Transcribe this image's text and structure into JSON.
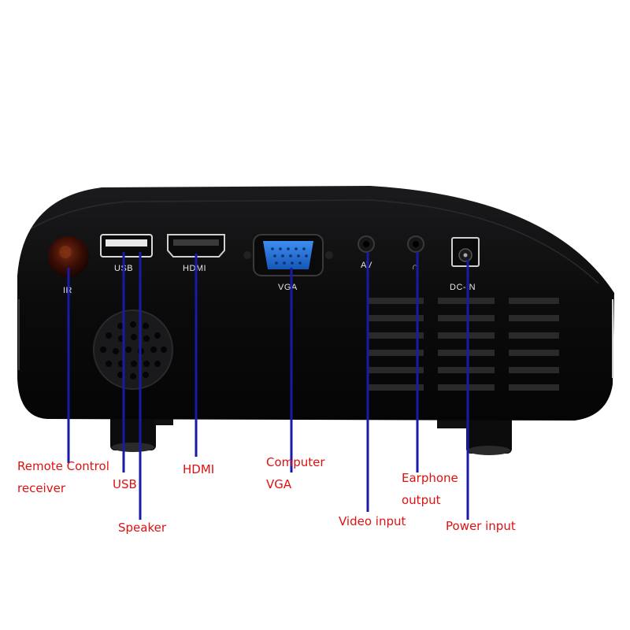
{
  "colors": {
    "body": "#0e0e0f",
    "panel": "#141416",
    "label_text": "#e01010",
    "leader_line": "#1a1aa8",
    "vga_port": "#1e6fd9"
  },
  "port_labels": {
    "ir": "IR",
    "usb": "USB",
    "hdmi": "HDMI",
    "vga": "VGA",
    "av": "AV",
    "earphone_symbol": "∩",
    "dc_in": "DC-IN"
  },
  "callouts": {
    "remote_control_receiver": {
      "line1": "Remote Control",
      "line2": "receiver"
    },
    "usb": {
      "line1": "USB"
    },
    "speaker": {
      "line1": "Speaker"
    },
    "hdmi": {
      "line1": "HDMI"
    },
    "computer_vga": {
      "line1": "Computer",
      "line2": "VGA"
    },
    "video_input": {
      "line1": "Video input"
    },
    "earphone_output": {
      "line1": "Earphone",
      "line2": "output"
    },
    "power_input": {
      "line1": "Power input"
    }
  }
}
